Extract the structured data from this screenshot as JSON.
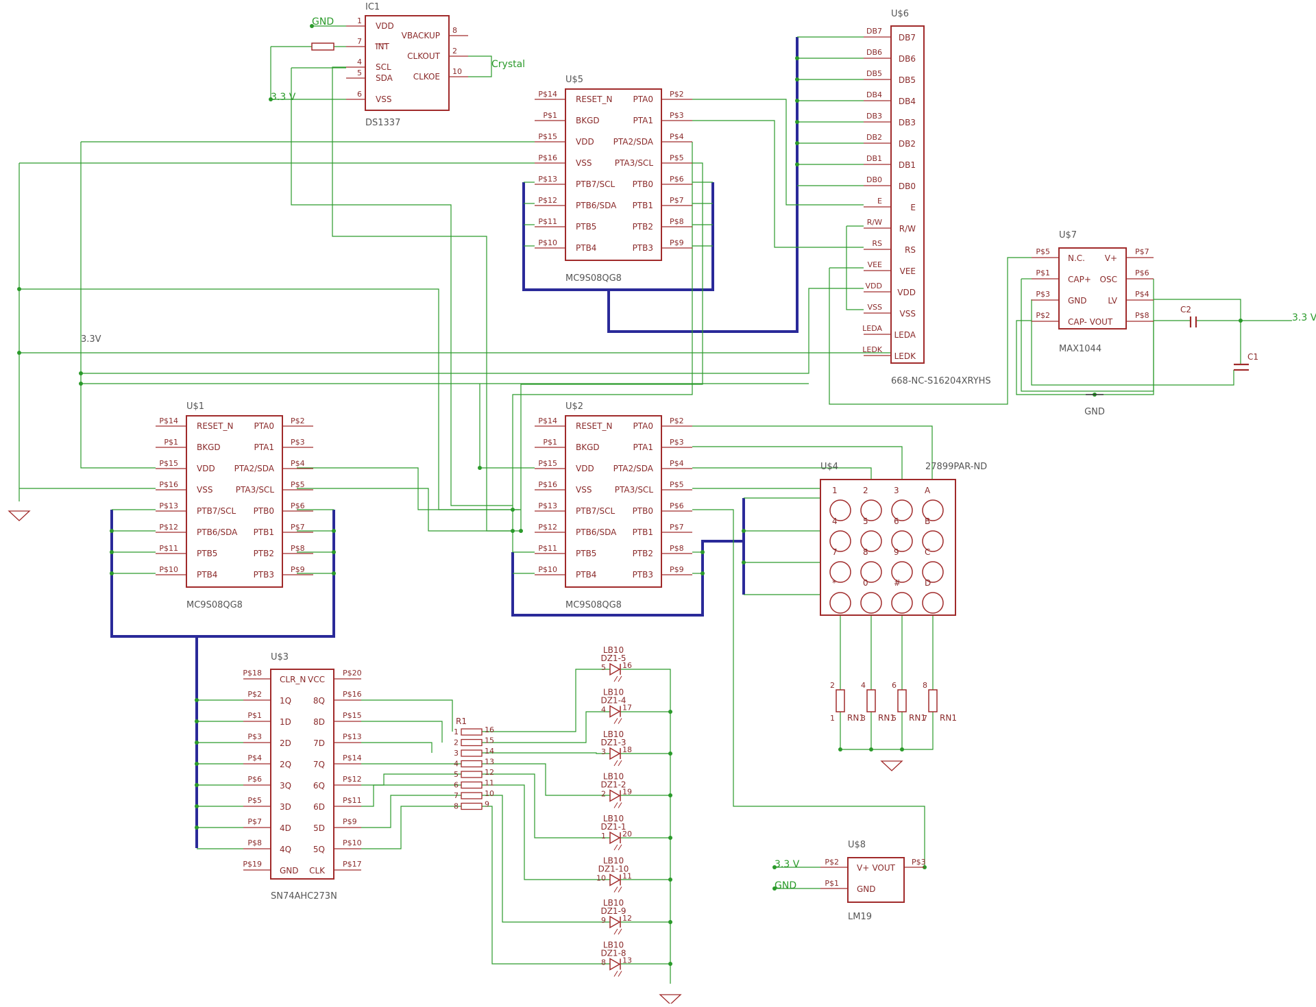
{
  "colors": {
    "body": "#a02a2a",
    "wire": "#2a9a2a",
    "bus": "#2a2a99",
    "text": "#555555",
    "net_label": "#2a9a2a"
  },
  "ic1": {
    "name": "IC1",
    "value": "DS1337",
    "pins": [
      {
        "num": "1",
        "label": "VDD"
      },
      {
        "num": "7",
        "label": "INT"
      },
      {
        "num": "4",
        "label": "SCL"
      },
      {
        "num": "5",
        "label": "SDA"
      },
      {
        "num": "6",
        "label": "VSS"
      },
      {
        "num": "8",
        "label": "VBACKUP"
      },
      {
        "num": "2",
        "label": "CLKOUT"
      },
      {
        "num": "10",
        "label": "CLKOE"
      }
    ]
  },
  "mcu_u5": {
    "name": "U$5",
    "value": "MC9S08QG8"
  },
  "mcu_u1": {
    "name": "U$1",
    "value": "MC9S08QG8"
  },
  "mcu_u2": {
    "name": "U$2",
    "value": "MC9S08QG8"
  },
  "mcu_pins": {
    "left": [
      {
        "pad": "P$14",
        "label": "RESET_N"
      },
      {
        "pad": "P$1",
        "label": "BKGD"
      },
      {
        "pad": "P$15",
        "label": "VDD"
      },
      {
        "pad": "P$16",
        "label": "VSS"
      },
      {
        "pad": "P$13",
        "label": "PTB7/SCL"
      },
      {
        "pad": "P$12",
        "label": "PTB6/SDA"
      },
      {
        "pad": "P$11",
        "label": "PTB5"
      },
      {
        "pad": "P$10",
        "label": "PTB4"
      }
    ],
    "right": [
      {
        "pad": "P$2",
        "label": "PTA0"
      },
      {
        "pad": "P$3",
        "label": "PTA1"
      },
      {
        "pad": "P$4",
        "label": "PTA2/SDA"
      },
      {
        "pad": "P$5",
        "label": "PTA3/SCL"
      },
      {
        "pad": "P$6",
        "label": "PTB0"
      },
      {
        "pad": "P$7",
        "label": "PTB1"
      },
      {
        "pad": "P$8",
        "label": "PTB2"
      },
      {
        "pad": "P$9",
        "label": "PTB3"
      }
    ]
  },
  "u6": {
    "name": "U$6",
    "value": "668-NC-S16204XRYHS",
    "pins": [
      "DB7",
      "DB6",
      "DB5",
      "DB4",
      "DB3",
      "DB2",
      "DB1",
      "DB0",
      "E",
      "R/W",
      "RS",
      "VEE",
      "VDD",
      "VSS",
      "LEDA",
      "LEDK"
    ]
  },
  "u7": {
    "name": "U$7",
    "value": "MAX1044",
    "left": [
      {
        "pad": "P$5",
        "label": "N.C."
      },
      {
        "pad": "P$1",
        "label": "CAP+"
      },
      {
        "pad": "P$3",
        "label": "GND"
      },
      {
        "pad": "P$2",
        "label": "CAP- VOUT"
      }
    ],
    "right": [
      {
        "pad": "P$7",
        "label": "V+"
      },
      {
        "pad": "P$6",
        "label": "OSC"
      },
      {
        "pad": "P$4",
        "label": "LV"
      },
      {
        "pad": "P$8",
        "label": ""
      }
    ]
  },
  "caps": {
    "c2": "C2",
    "c1": "C1"
  },
  "u4": {
    "name": "U$4",
    "value": "27899PAR-ND",
    "keys": [
      "1",
      "2",
      "3",
      "A",
      "4",
      "5",
      "6",
      "B",
      "7",
      "8",
      "9",
      "C",
      "*",
      "0",
      "#",
      "D"
    ]
  },
  "rn1": {
    "label": "RN1",
    "top_pins": [
      "2",
      "4",
      "6",
      "8"
    ],
    "bottom_pins": [
      "1",
      "3",
      "5",
      "7"
    ]
  },
  "u3": {
    "name": "U$3",
    "value": "SN74AHC273N",
    "left": [
      {
        "pad": "P$18",
        "label": "CLR_N"
      },
      {
        "pad": "P$2",
        "label": "1Q"
      },
      {
        "pad": "P$1",
        "label": "1D"
      },
      {
        "pad": "P$3",
        "label": "2D"
      },
      {
        "pad": "P$4",
        "label": "2Q"
      },
      {
        "pad": "P$6",
        "label": "3Q"
      },
      {
        "pad": "P$5",
        "label": "3D"
      },
      {
        "pad": "P$7",
        "label": "4D"
      },
      {
        "pad": "P$8",
        "label": "4Q"
      },
      {
        "pad": "P$19",
        "label": "GND"
      }
    ],
    "right": [
      {
        "pad": "P$20",
        "label": "VCC"
      },
      {
        "pad": "P$16",
        "label": "8Q"
      },
      {
        "pad": "P$15",
        "label": "8D"
      },
      {
        "pad": "P$13",
        "label": "7D"
      },
      {
        "pad": "P$14",
        "label": "7Q"
      },
      {
        "pad": "P$12",
        "label": "6Q"
      },
      {
        "pad": "P$11",
        "label": "6D"
      },
      {
        "pad": "P$9",
        "label": "5D"
      },
      {
        "pad": "P$10",
        "label": "5Q"
      },
      {
        "pad": "P$17",
        "label": "CLK"
      }
    ]
  },
  "r1": {
    "name": "R1",
    "left_pins": [
      "1",
      "2",
      "3",
      "4",
      "5",
      "6",
      "7",
      "8"
    ],
    "right_pins": [
      "16",
      "15",
      "14",
      "13",
      "12",
      "11",
      "10",
      "9"
    ]
  },
  "leds": [
    {
      "lb": "LB10",
      "dz": "DZ1-5",
      "a": "5",
      "k": "16"
    },
    {
      "lb": "LB10",
      "dz": "DZ1-4",
      "a": "4",
      "k": "17"
    },
    {
      "lb": "LB10",
      "dz": "DZ1-3",
      "a": "3",
      "k": "18"
    },
    {
      "lb": "LB10",
      "dz": "DZ1-2",
      "a": "2",
      "k": "19"
    },
    {
      "lb": "LB10",
      "dz": "DZ1-1",
      "a": "1",
      "k": "20"
    },
    {
      "lb": "LB10",
      "dz": "DZ1-10",
      "a": "10",
      "k": "11"
    },
    {
      "lb": "LB10",
      "dz": "DZ1-9",
      "a": "9",
      "k": "12"
    },
    {
      "lb": "LB10",
      "dz": "DZ1-8",
      "a": "8",
      "k": "13"
    }
  ],
  "u8": {
    "name": "U$8",
    "value": "LM19",
    "left": [
      {
        "pad": "P$2",
        "label": "V+"
      },
      {
        "pad": "P$1",
        "label": "GND"
      }
    ],
    "right": [
      {
        "pad": "P$3",
        "label": "VOUT"
      }
    ]
  },
  "net_labels": {
    "gnd": "GND",
    "crystal": "Crystal",
    "v33a": "3.3 V",
    "v33b": "3.3V"
  }
}
